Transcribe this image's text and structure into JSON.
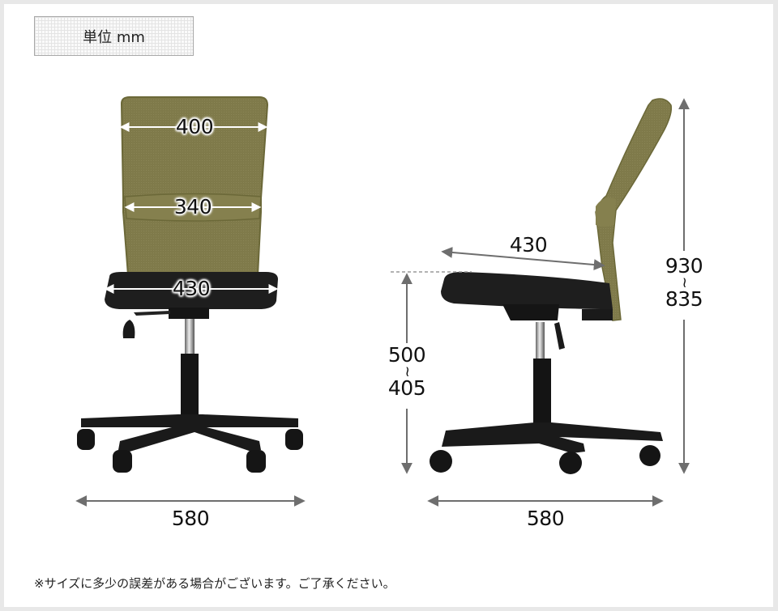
{
  "unit_label": "単位 mm",
  "front_view": {
    "backrest_top_width": "400",
    "lumbar_width": "340",
    "seat_width": "430",
    "base_width": "580"
  },
  "side_view": {
    "seat_depth": "430",
    "seat_height": {
      "max": "500",
      "separator": "~",
      "min": "405"
    },
    "total_height": {
      "max": "930",
      "separator": "~",
      "min": "835"
    },
    "base_depth": "580"
  },
  "colors": {
    "mesh": "#7f7a4a",
    "mesh_dark": "#6b6838",
    "seat": "#1e1e1e",
    "frame": "#111111",
    "dimension_line": "#6e6e6e",
    "outer_border": "#e8e8e8"
  },
  "footnote": "※サイズに多少の誤差がある場合がございます。ご了承ください。"
}
